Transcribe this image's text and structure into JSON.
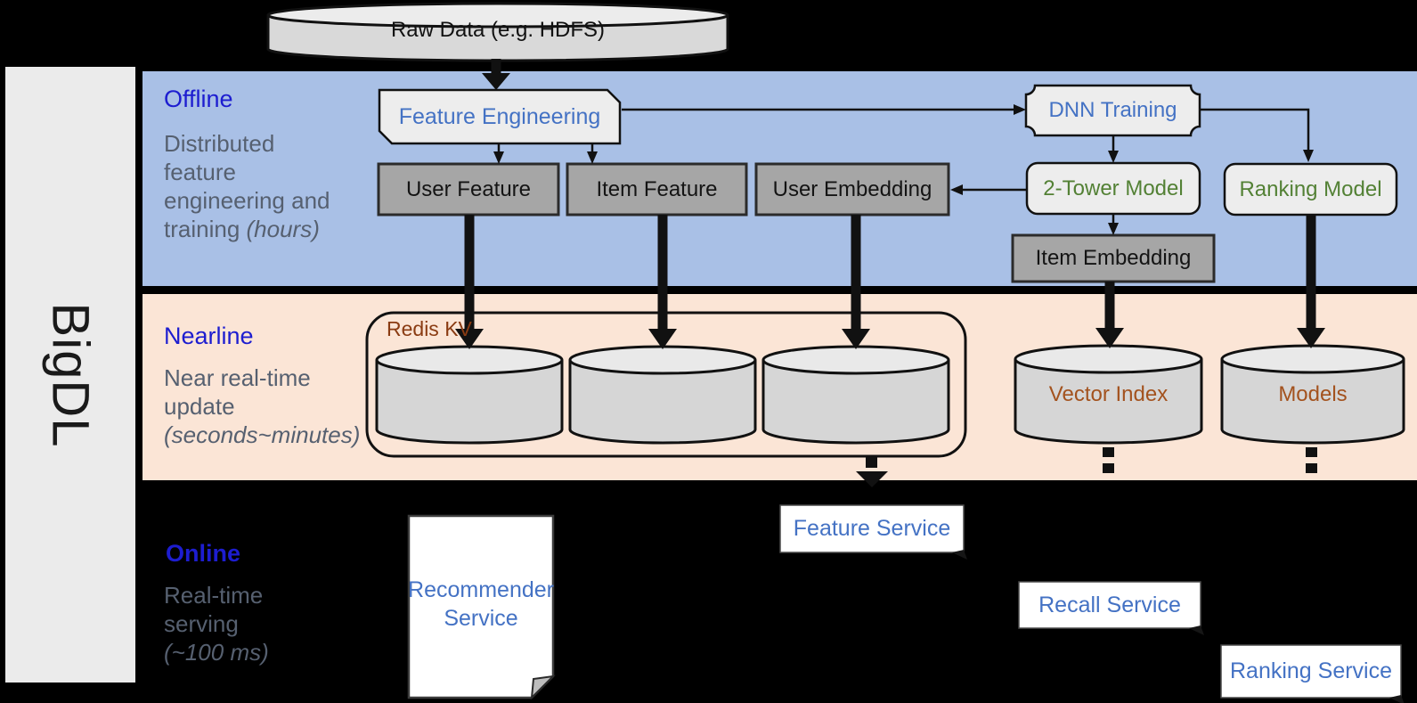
{
  "sidebar": {
    "brand": "BigDL"
  },
  "top": {
    "raw_data": "Raw Data (e.g. HDFS)"
  },
  "offline": {
    "label": "Offline",
    "desc_lines": [
      "Distributed",
      "feature",
      "engineering and",
      "training"
    ],
    "desc_note": "(hours)",
    "feature_engineering": "Feature Engineering",
    "dnn_training": "DNN Training",
    "user_feature": "User Feature",
    "item_feature": "Item Feature",
    "user_embedding": "User Embedding",
    "two_tower_model": "2-Tower Model",
    "ranking_model": "Ranking Model",
    "item_embedding": "Item Embedding"
  },
  "nearline": {
    "label": "Nearline",
    "desc_lines": [
      "Near real-time",
      "update"
    ],
    "desc_note": "(seconds~minutes)",
    "redis_kv": "Redis KV",
    "vector_index": "Vector Index",
    "models": "Models"
  },
  "online": {
    "label": "Online",
    "desc_lines": [
      "Real-time",
      "serving"
    ],
    "desc_note": "(~100 ms)",
    "recommender_service": "Recommender Service",
    "feature_service": "Feature Service",
    "recall_service": "Recall Service",
    "ranking_service": "Ranking Service"
  },
  "colors": {
    "band_offline": "#a9c0e6",
    "band_nearline": "#fbe5d6",
    "section_header_blue": "#1d1dd0",
    "service_text_blue": "#4472c4",
    "model_text_green": "#538135",
    "storage_text_brown": "#a3521e",
    "redis_text_brown": "#8a3b12",
    "desc_gray": "#566070",
    "gray_box_fill": "#a6a6a6",
    "light_box_fill": "#ededed",
    "cylinder_fill": "#d6d6d6"
  }
}
